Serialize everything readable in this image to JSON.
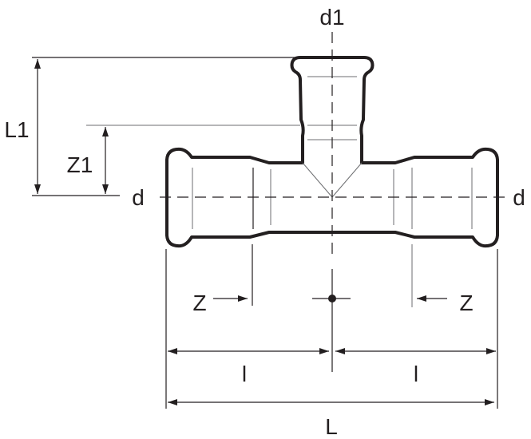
{
  "diagram": {
    "labels": {
      "branch_diameter": "d1",
      "run_diameter_left": "d",
      "run_diameter_right": "d",
      "branch_length": "L1",
      "branch_insertion": "Z1",
      "insertion_left": "Z",
      "insertion_right": "Z",
      "half_length_left": "l",
      "half_length_right": "l",
      "total_length": "L"
    },
    "colors": {
      "line": "#231f20",
      "grey": "#6d6e71"
    }
  }
}
